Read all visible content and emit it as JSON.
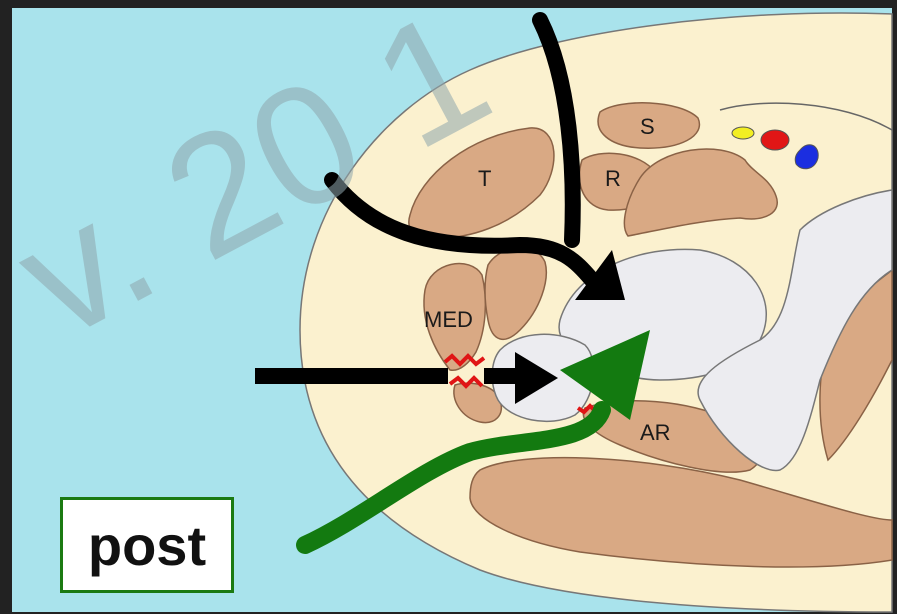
{
  "labels": {
    "s": "S",
    "t": "T",
    "r": "R",
    "med": "MED",
    "ar": "AR"
  },
  "watermark": "v. 20 1",
  "post_label": "post",
  "colors": {
    "background": "#a9e3ec",
    "tissue": "#fbf1cf",
    "muscle": "#d9a984",
    "joint_space": "#ececf0",
    "arrow_black": "#000000",
    "arrow_green": "#137a10",
    "tear_red": "#e01515",
    "vessel_yellow": "#f2ee23",
    "vessel_red": "#e11616",
    "vessel_blue": "#1b2ee0"
  }
}
